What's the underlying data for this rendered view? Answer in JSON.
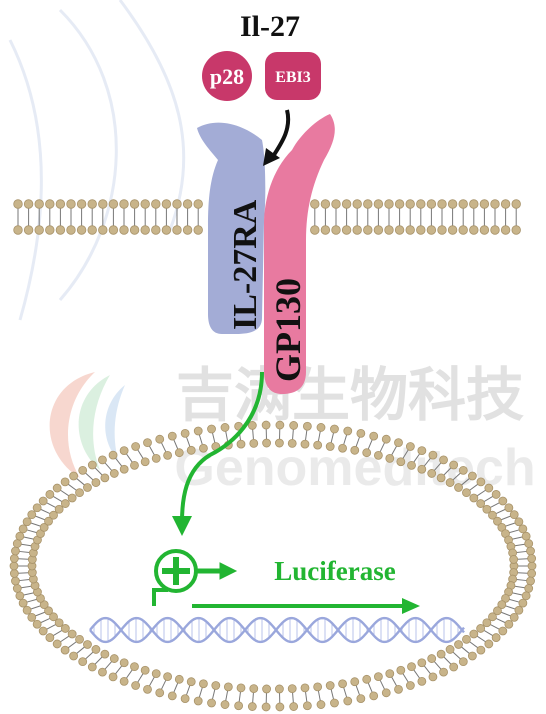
{
  "ligand": {
    "title": "Il-27",
    "subunit_a": "p28",
    "subunit_b": "EBI3"
  },
  "receptors": {
    "alpha": "IL-27RA",
    "beta": "GP130"
  },
  "reporter": {
    "gene_label": "Luciferase"
  },
  "watermark": {
    "chinese": "吉满生物科技",
    "latin": "Genomeditech"
  },
  "colors": {
    "ligand_p28": "#c8386a",
    "ligand_ebi3": "#c8386a",
    "receptor_alpha": "#a3acd6",
    "receptor_beta": "#e87aa0",
    "lipid_head": "#c8b48a",
    "signal_green": "#22b532",
    "dna": "#9aa7dc"
  }
}
